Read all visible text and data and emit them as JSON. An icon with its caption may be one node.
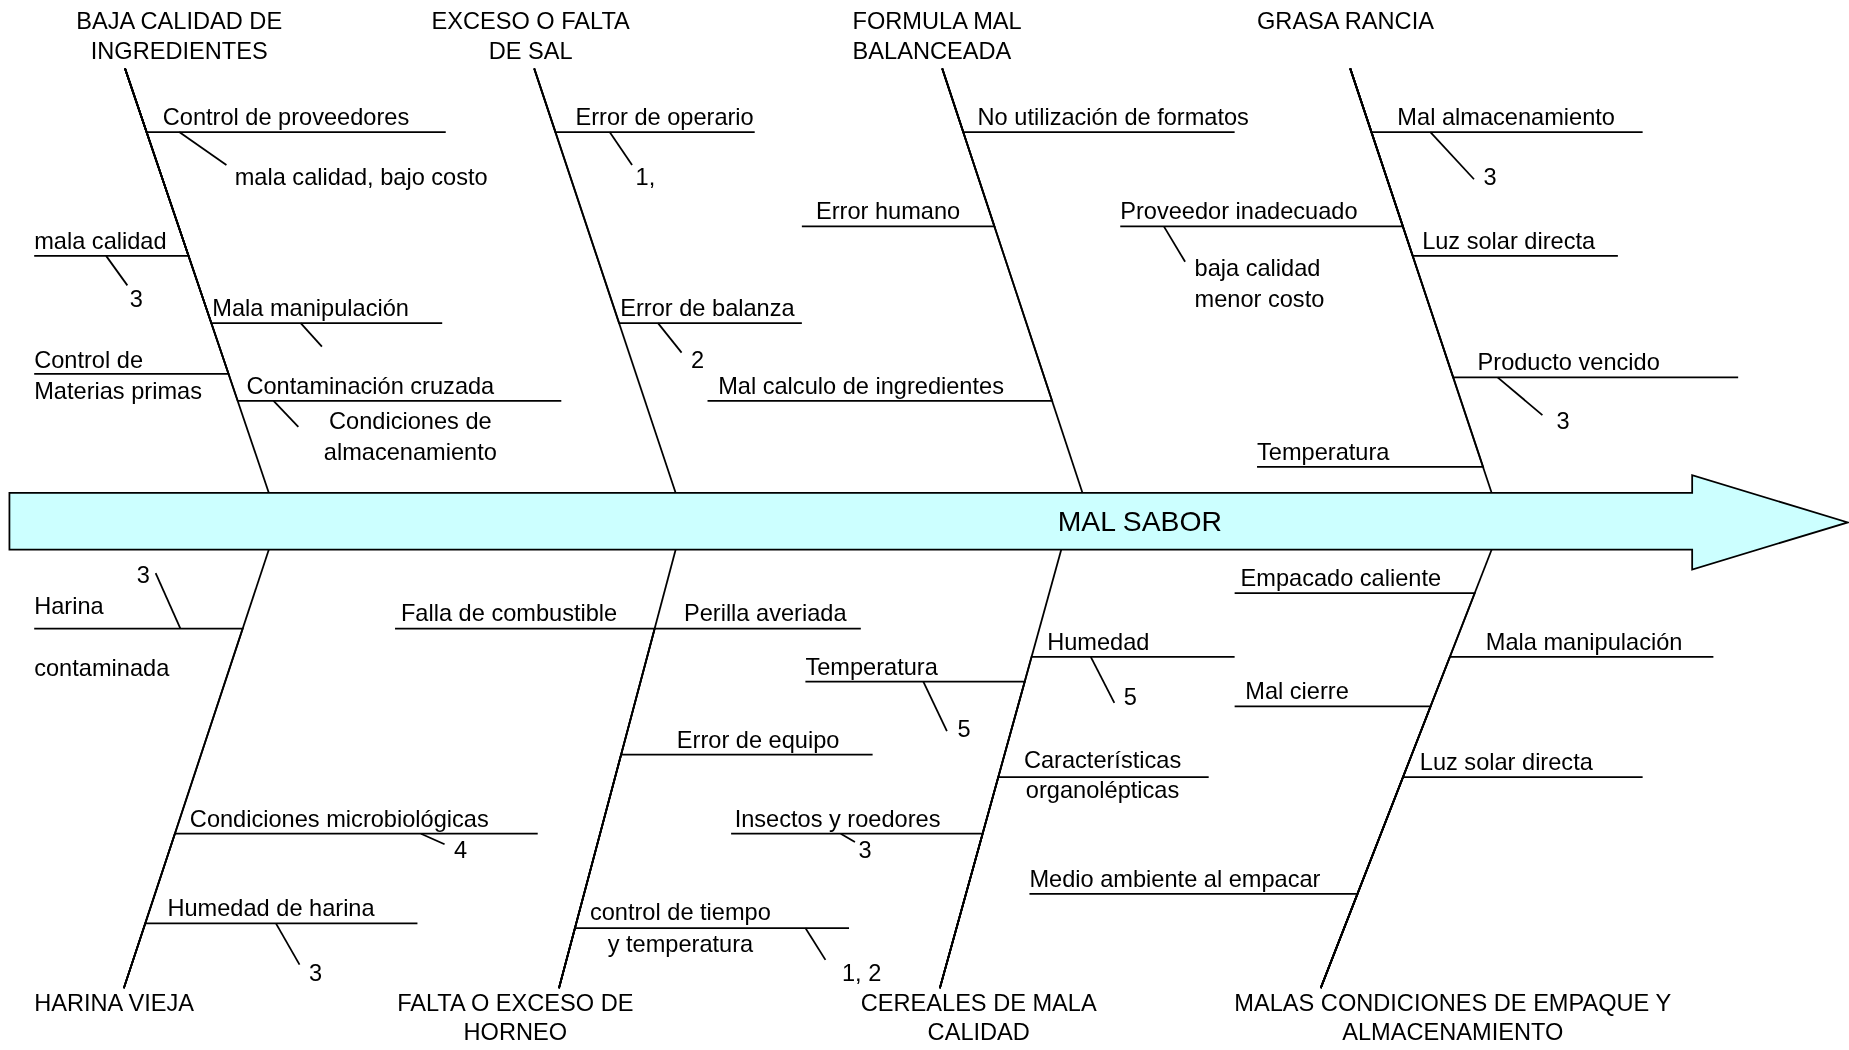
{
  "diagram": {
    "nodes": [
      {
        "text": [
          "MAL SABOR"
        ]
      },
      {
        "text": [
          "BAJA CALIDAD DE INGREDIENTES"
        ]
      },
      {
        "text": [
          "Control de proveedores"
        ]
      },
      {
        "text": [
          "mala calidad, bajo costo"
        ]
      },
      {
        "text": [
          "mala calidad"
        ]
      },
      {
        "text": [
          "3"
        ]
      },
      {
        "text": [
          "Mala manipulación"
        ]
      },
      {
        "text": [
          "Control de Materias primas"
        ]
      },
      {
        "text": [
          "Contaminación cruzada"
        ]
      },
      {
        "text": [
          "Condiciones de almacenamiento"
        ]
      },
      {
        "text": [
          "EXCESO O FALTA DE SAL"
        ]
      },
      {
        "text": [
          "Error de operario"
        ]
      },
      {
        "text": [
          "1,"
        ]
      },
      {
        "text": [
          "Error de balanza"
        ]
      },
      {
        "text": [
          "2"
        ]
      },
      {
        "text": [
          "FORMULA MAL BALANCEADA"
        ]
      },
      {
        "text": [
          "No utilización de formatos"
        ]
      },
      {
        "text": [
          "Error humano"
        ]
      },
      {
        "text": [
          "Mal calculo de ingredientes"
        ]
      },
      {
        "text": [
          "GRASA RANCIA"
        ]
      },
      {
        "text": [
          "Mal almacenamiento"
        ]
      },
      {
        "text": [
          "3"
        ]
      },
      {
        "text": [
          "Proveedor inadecuado"
        ]
      },
      {
        "text": [
          "baja calidad menor costo"
        ]
      },
      {
        "text": [
          "Luz solar directa"
        ]
      },
      {
        "text": [
          "Producto vencido"
        ]
      },
      {
        "text": [
          "3"
        ]
      },
      {
        "text": [
          "Temperatura"
        ]
      },
      {
        "text": [
          "HARINA VIEJA"
        ]
      },
      {
        "text": [
          "Harina contaminada"
        ]
      },
      {
        "text": [
          "3"
        ]
      },
      {
        "text": [
          "Condiciones microbiológicas"
        ]
      },
      {
        "text": [
          "4"
        ]
      },
      {
        "text": [
          "Humedad de harina"
        ]
      },
      {
        "text": [
          "3"
        ]
      },
      {
        "text": [
          "FALTA O EXCESO DE HORNEO"
        ]
      },
      {
        "text": [
          "Falla de combustible"
        ]
      },
      {
        "text": [
          "Perilla averiada"
        ]
      },
      {
        "text": [
          "Error de equipo"
        ]
      },
      {
        "text": [
          "control de tiempo y temperatura"
        ]
      },
      {
        "text": [
          "1, 2"
        ]
      },
      {
        "text": [
          "CEREALES DE MALA CALIDAD"
        ]
      },
      {
        "text": [
          "Temperatura"
        ]
      },
      {
        "text": [
          "5"
        ]
      },
      {
        "text": [
          "Insectos y roedores"
        ]
      },
      {
        "text": [
          "3"
        ]
      },
      {
        "text": [
          "Humedad"
        ]
      },
      {
        "text": [
          "5"
        ]
      },
      {
        "text": [
          "Características organolépticas"
        ]
      },
      {
        "text": [
          "MALAS CONDICIONES DE EMPAQUE Y ALMACENAMIENTO"
        ]
      },
      {
        "text": [
          "Empacado caliente"
        ]
      },
      {
        "text": [
          "Mala manipulación"
        ]
      },
      {
        "text": [
          "Mal cierre"
        ]
      },
      {
        "text": [
          "Luz solar directa"
        ]
      },
      {
        "text": [
          "Medio ambiente al empacar"
        ]
      }
    ],
    "edges": [
      {
        "from": 1,
        "to": 0,
        "arrow": "none"
      },
      {
        "from": 2,
        "to": 1,
        "arrow": "none"
      },
      {
        "from": 3,
        "to": 2,
        "arrow": "none"
      },
      {
        "from": 4,
        "to": 1,
        "arrow": "none"
      },
      {
        "from": 5,
        "to": 4,
        "arrow": "none"
      },
      {
        "from": 6,
        "to": 1,
        "arrow": "none"
      },
      {
        "from": 6,
        "to": null,
        "arrow": "none"
      },
      {
        "from": 7,
        "to": 1,
        "arrow": "none"
      },
      {
        "from": 8,
        "to": 1,
        "arrow": "none"
      },
      {
        "from": 9,
        "to": 8,
        "arrow": "none"
      },
      {
        "from": 10,
        "to": 0,
        "arrow": "none"
      },
      {
        "from": 11,
        "to": 10,
        "arrow": "none"
      },
      {
        "from": 12,
        "to": 11,
        "arrow": "none"
      },
      {
        "from": 13,
        "to": 10,
        "arrow": "none"
      },
      {
        "from": 14,
        "to": 13,
        "arrow": "none"
      },
      {
        "from": 15,
        "to": 0,
        "arrow": "none"
      },
      {
        "from": 16,
        "to": 15,
        "arrow": "none"
      },
      {
        "from": 17,
        "to": 15,
        "arrow": "none"
      },
      {
        "from": 18,
        "to": 15,
        "arrow": "none"
      },
      {
        "from": 19,
        "to": 0,
        "arrow": "none"
      },
      {
        "from": 20,
        "to": 19,
        "arrow": "none"
      },
      {
        "from": 21,
        "to": 20,
        "arrow": "none"
      },
      {
        "from": 22,
        "to": 19,
        "arrow": "none"
      },
      {
        "from": 23,
        "to": 22,
        "arrow": "none"
      },
      {
        "from": 24,
        "to": 19,
        "arrow": "none"
      },
      {
        "from": 25,
        "to": 19,
        "arrow": "none"
      },
      {
        "from": 26,
        "to": 25,
        "arrow": "none"
      },
      {
        "from": 27,
        "to": 19,
        "arrow": "none"
      },
      {
        "from": 28,
        "to": 0,
        "arrow": "none"
      },
      {
        "from": 29,
        "to": 28,
        "arrow": "none"
      },
      {
        "from": 30,
        "to": 29,
        "arrow": "none"
      },
      {
        "from": 31,
        "to": 28,
        "arrow": "none"
      },
      {
        "from": 32,
        "to": 31,
        "arrow": "none"
      },
      {
        "from": 33,
        "to": 28,
        "arrow": "none"
      },
      {
        "from": 34,
        "to": 33,
        "arrow": "none"
      },
      {
        "from": 35,
        "to": 0,
        "arrow": "none"
      },
      {
        "from": 36,
        "to": 35,
        "arrow": "none"
      },
      {
        "from": 37,
        "to": 35,
        "arrow": "none"
      },
      {
        "from": 38,
        "to": 35,
        "arrow": "none"
      },
      {
        "from": 39,
        "to": 35,
        "arrow": "none"
      },
      {
        "from": 40,
        "to": 39,
        "arrow": "none"
      },
      {
        "from": 41,
        "to": 0,
        "arrow": "none"
      },
      {
        "from": 42,
        "to": 41,
        "arrow": "none"
      },
      {
        "from": 43,
        "to": 42,
        "arrow": "none"
      },
      {
        "from": 44,
        "to": 41,
        "arrow": "none"
      },
      {
        "from": 45,
        "to": 44,
        "arrow": "none"
      },
      {
        "from": 46,
        "to": 41,
        "arrow": "none"
      },
      {
        "from": 47,
        "to": 46,
        "arrow": "none"
      },
      {
        "from": 48,
        "to": 41,
        "arrow": "none"
      },
      {
        "from": 49,
        "to": 0,
        "arrow": "none"
      },
      {
        "from": 50,
        "to": 49,
        "arrow": "none"
      },
      {
        "from": 51,
        "to": 49,
        "arrow": "none"
      },
      {
        "from": 52,
        "to": 49,
        "arrow": "none"
      },
      {
        "from": 53,
        "to": 49,
        "arrow": "none"
      },
      {
        "from": 54,
        "to": 49,
        "arrow": "none"
      }
    ]
  }
}
